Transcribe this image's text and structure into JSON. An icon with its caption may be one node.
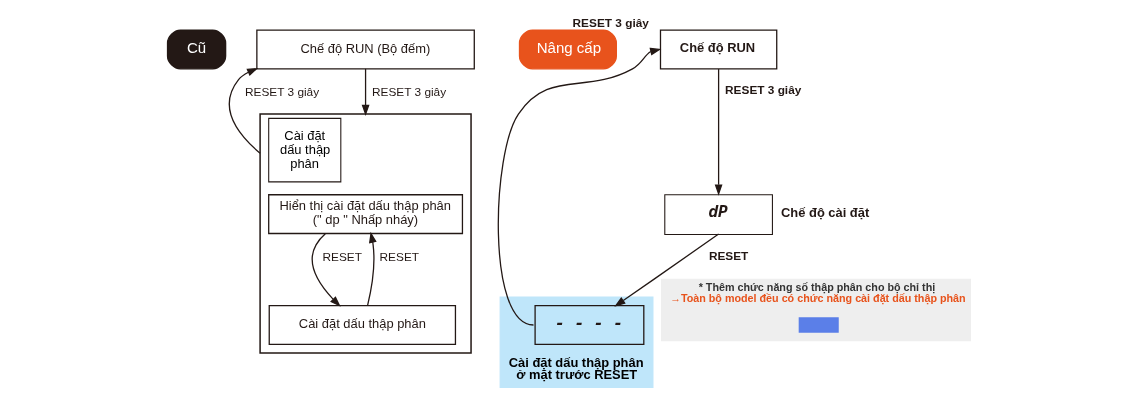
{
  "diagram": {
    "nodes": [
      {
        "text": [
          "Cũ"
        ]
      },
      {
        "text": [
          "Chế độ RUN (Bộ đếm)"
        ]
      },
      {
        "text": [
          "Cài đặt dấu thập phân"
        ]
      },
      {
        "text": [
          "Hiển thị cài đặt dấu thập phân (\" dp \" Nhấp nháy)"
        ],
        "in": 2
      },
      {
        "text": [
          "Cài đặt dấu thập phân"
        ],
        "in": 2
      },
      {
        "text": [
          "Nâng cấp"
        ]
      },
      {
        "text": [
          "Chế độ RUN"
        ]
      },
      {
        "text": [
          "dP"
        ],
        "beside": [
          "Chế độ cài đặt"
        ]
      },
      {
        "text": [
          "Cài đặt dấu thập phân ở mặt trước RESET"
        ]
      },
      {
        "text": [
          "- - - -"
        ],
        "in": 8
      },
      {
        "text": [
          "* Thêm chức năng số thập phân cho bộ chỉ thị",
          "→Toàn bộ model đều có chức năng cài đặt dấu thập phân"
        ]
      },
      {
        "text": [],
        "shape": "box",
        "in": 10
      }
    ],
    "edges": [
      {
        "from": 2,
        "to": 1,
        "arrow": "to",
        "label": "RESET 3 giây"
      },
      {
        "from": 1,
        "to": 2,
        "arrow": "to",
        "label": "RESET 3 giây"
      },
      {
        "from": 3,
        "to": 4,
        "arrow": "to",
        "label": "RESET"
      },
      {
        "from": 4,
        "to": 3,
        "arrow": "to",
        "label": "RESET"
      },
      {
        "from": 9,
        "to": 6,
        "arrow": "to",
        "label": "RESET 3 giây"
      },
      {
        "from": 6,
        "to": 7,
        "arrow": "to",
        "label": "RESET 3 giây"
      },
      {
        "from": 7,
        "to": 9,
        "arrow": "to",
        "label": "RESET"
      }
    ]
  }
}
